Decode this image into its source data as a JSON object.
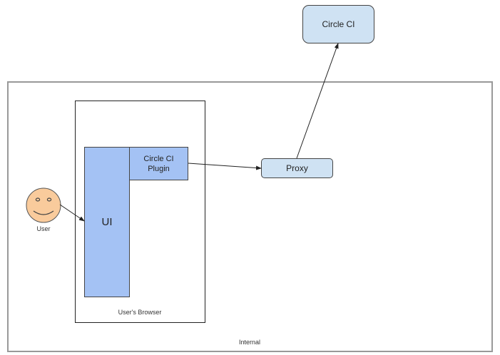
{
  "diagram": {
    "internal_zone": {
      "label": "Internal"
    },
    "browser_zone": {
      "label": "User's Browser"
    },
    "nodes": {
      "circle_ci": {
        "label": "Circle CI",
        "color": "#cfe2f3"
      },
      "proxy": {
        "label": "Proxy",
        "color": "#cfe2f3"
      },
      "ui": {
        "label": "UI",
        "color": "#a4c2f4"
      },
      "plugin": {
        "label": "Circle CI\nPlugin",
        "line1": "Circle CI",
        "line2": "Plugin",
        "color": "#a4c2f4"
      }
    },
    "actor": {
      "label": "User",
      "icon": "smiley-face-icon",
      "color": "#f9cb9c"
    },
    "edges": [
      {
        "from": "User",
        "to": "UI"
      },
      {
        "from": "Circle CI Plugin",
        "to": "Proxy"
      },
      {
        "from": "Proxy",
        "to": "Circle CI"
      }
    ]
  }
}
